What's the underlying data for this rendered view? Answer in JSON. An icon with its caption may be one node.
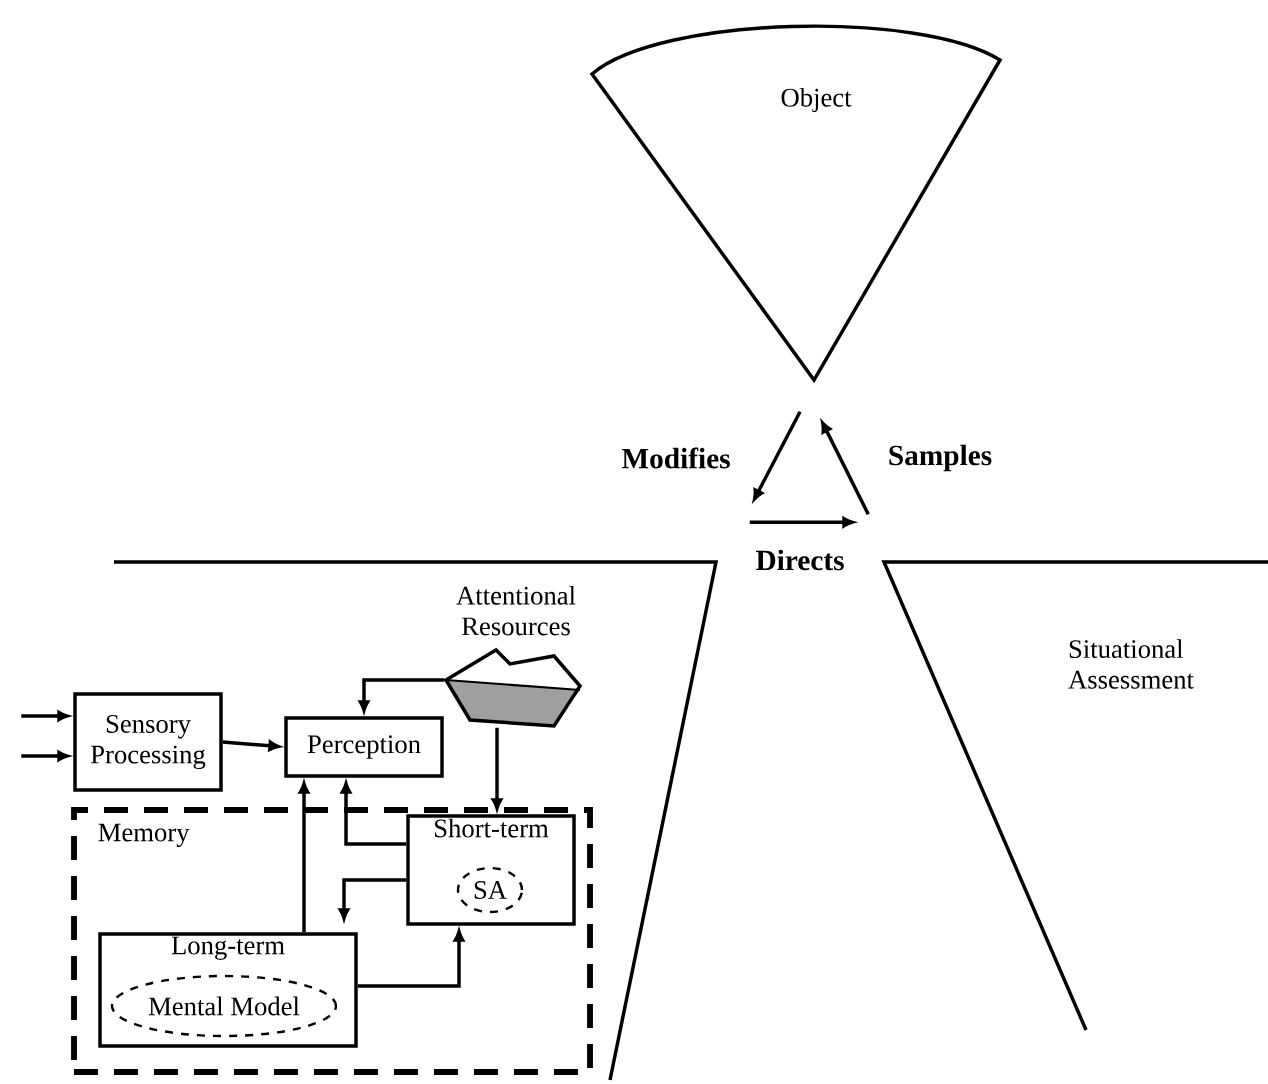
{
  "diagram": {
    "nodes": [
      {
        "text": [
          "Object"
        ]
      },
      {
        "text": [],
        "shape": "funnel"
      },
      {
        "text": [
          "Situational Assessment"
        ]
      },
      {
        "text": [
          "Sensory Processing"
        ],
        "in": 1
      },
      {
        "text": [
          "Perception"
        ],
        "in": 1
      },
      {
        "text": [
          "Attentional Resources"
        ],
        "in": 1
      },
      {
        "text": [
          "Memory"
        ],
        "in": 1
      },
      {
        "text": [
          "Short-term"
        ],
        "in": 6
      },
      {
        "text": [
          "SA"
        ],
        "in": 7
      },
      {
        "text": [
          "Long-term"
        ],
        "in": 6
      },
      {
        "text": [
          "Mental Model"
        ],
        "in": 9
      }
    ],
    "edges": [
      {
        "from": 0,
        "to": 1,
        "arrow": "to",
        "label": "Modifies"
      },
      {
        "from": 1,
        "to": 2,
        "arrow": "to",
        "label": "Directs"
      },
      {
        "from": 2,
        "to": 0,
        "arrow": "to",
        "label": "Samples"
      },
      {
        "from": null,
        "to": 3,
        "arrow": "to"
      },
      {
        "from": null,
        "to": 3,
        "arrow": "to"
      },
      {
        "from": 3,
        "to": 4,
        "arrow": "to"
      },
      {
        "from": 5,
        "to": 4,
        "arrow": "to"
      },
      {
        "from": 5,
        "to": 7,
        "arrow": "to"
      },
      {
        "from": 7,
        "to": 4,
        "arrow": "to"
      },
      {
        "from": 7,
        "to": 9,
        "arrow": "to"
      },
      {
        "from": 9,
        "to": 4,
        "arrow": "to"
      },
      {
        "from": 9,
        "to": 7,
        "arrow": "to"
      }
    ]
  }
}
